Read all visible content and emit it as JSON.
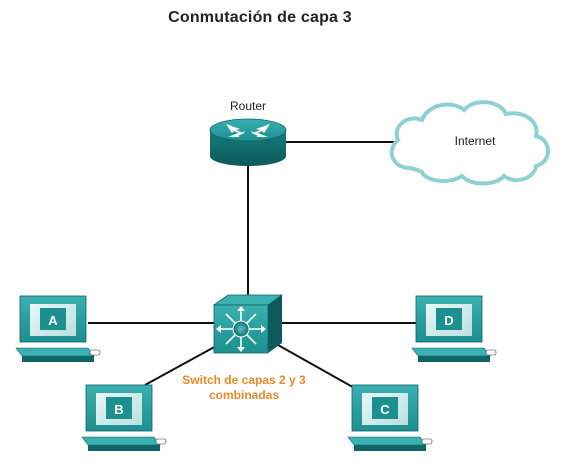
{
  "title": "Conmutación de capa 3",
  "nodes": {
    "router": {
      "label": "Router"
    },
    "internet": {
      "label": "Internet"
    },
    "switch": {
      "label_line1": "Switch de capas 2 y 3",
      "label_line2": "combinadas"
    },
    "pc_a": {
      "label": "A"
    },
    "pc_b": {
      "label": "B"
    },
    "pc_c": {
      "label": "C"
    },
    "pc_d": {
      "label": "D"
    }
  },
  "colors": {
    "device_teal": "#1c8f8f",
    "device_dark": "#0e6466",
    "screen_light": "#cfe9ea",
    "cloud_outline": "#8fd0d2",
    "switch_label": "#e8892a",
    "link": "#111111"
  }
}
